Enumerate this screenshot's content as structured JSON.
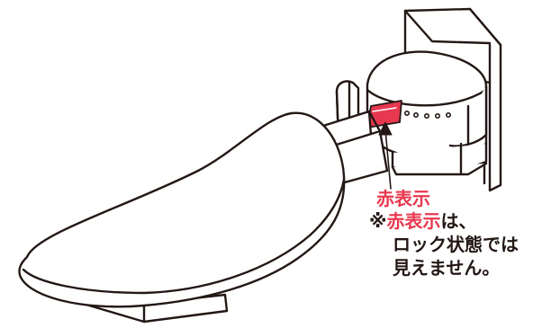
{
  "colors": {
    "line": "#231815",
    "accent": "#e8384f",
    "fill": "#ffffff"
  },
  "callout": {
    "label": "赤表示",
    "note_mark": "※",
    "note_highlight": "赤表示",
    "note_rest": "は、",
    "note_line2": "ロック状態では",
    "note_line3": "見えません。"
  }
}
